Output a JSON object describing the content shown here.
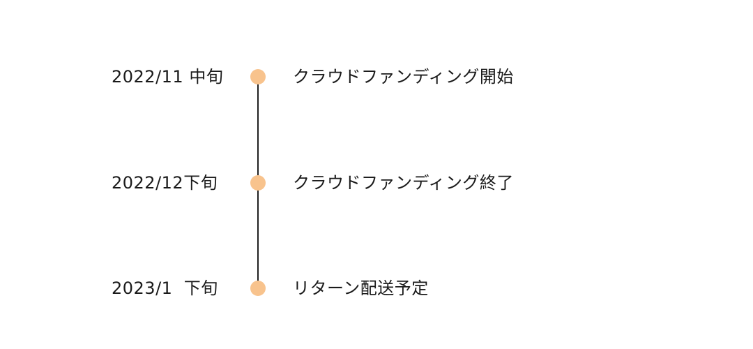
{
  "timeline": {
    "dot_color": "#F8C38D",
    "line_color": "#1F1F1F",
    "items": [
      {
        "date": "2022/11 中旬",
        "label": "クラウドファンディング開始"
      },
      {
        "date": "2022/12下旬",
        "label": "クラウドファンディング終了"
      },
      {
        "date": "2023/1  下旬",
        "label": "リターン配送予定"
      }
    ]
  }
}
